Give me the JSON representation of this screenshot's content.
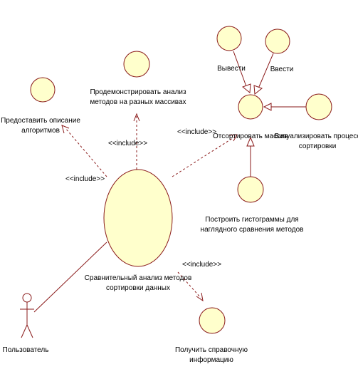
{
  "stereotype": "<<include>>",
  "actor": {
    "label": "Пользователь"
  },
  "use_cases": {
    "main": {
      "lines": [
        "Сравнительный анализ методов",
        "сортировки данных"
      ]
    },
    "describe_algorithms": {
      "lines": [
        "Предоставить описание",
        "алгоритмов"
      ]
    },
    "demonstrate": {
      "lines": [
        "Продемонстрировать анализ",
        "методов на разных массивах"
      ]
    },
    "sort_array": {
      "lines": [
        "Отсортировать массив"
      ]
    },
    "output": {
      "lines": [
        "Вывести"
      ]
    },
    "input": {
      "lines": [
        "Ввести"
      ]
    },
    "visualize": {
      "lines": [
        "Визуализировать процесс",
        "сортировки"
      ]
    },
    "histograms": {
      "lines": [
        "Построить гистограммы для",
        "наглядного сравнения методов"
      ]
    },
    "reference": {
      "lines": [
        "Получить справочную",
        "информацию"
      ]
    }
  }
}
